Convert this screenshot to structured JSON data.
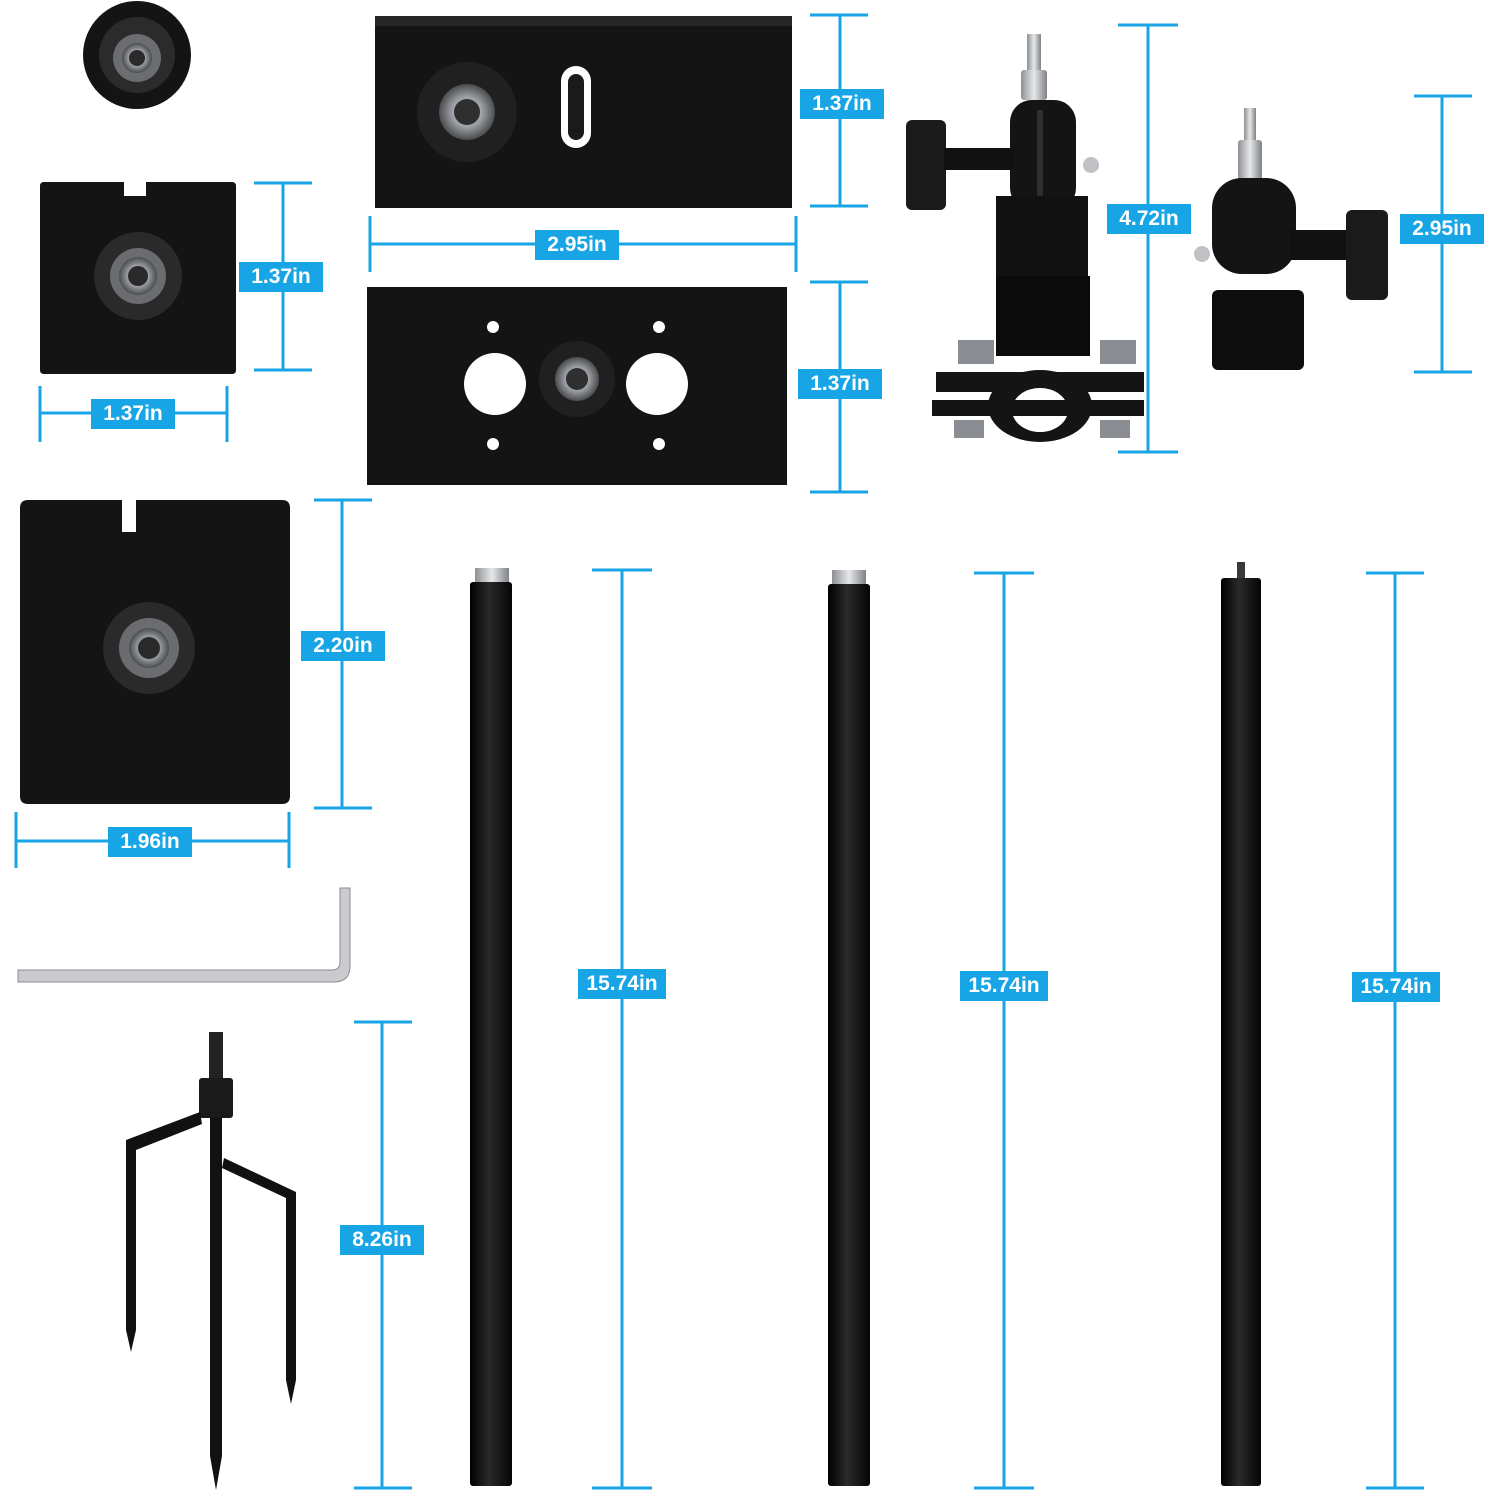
{
  "colors": {
    "background": "#ffffff",
    "dimension_accent": "#17a5e6",
    "part_black": "#111111",
    "metal_silver": "#b9bcc0"
  },
  "dimensions": {
    "small_plate_height": "1.37in",
    "small_plate_width": "1.37in",
    "top_plate_height": "1.37in",
    "top_plate_width": "2.95in",
    "middle_plate_height": "1.37in",
    "clamp_mount_height": "4.72in",
    "ball_mount_height": "2.95in",
    "large_plate_height": "2.20in",
    "large_plate_width": "1.96in",
    "spike_length": "8.26in",
    "pole_1_length": "15.74in",
    "pole_2_length": "15.74in",
    "pole_3_length": "15.74in"
  }
}
